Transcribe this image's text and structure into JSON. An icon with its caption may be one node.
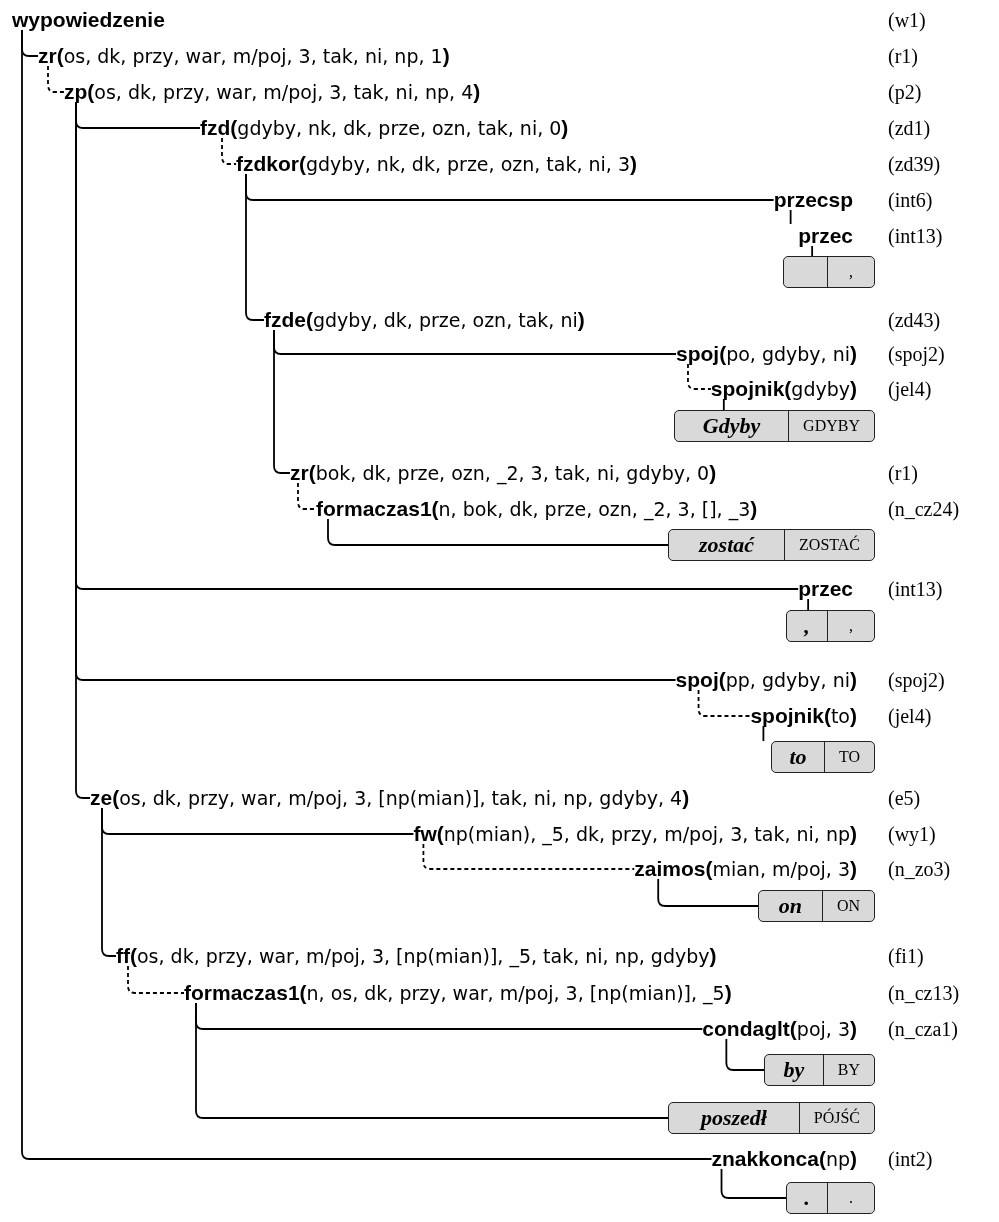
{
  "diagram": {
    "nodes": [
      {
        "text": [
          "**wypowiedzenie**"
        ]
      },
      {
        "text": [
          "**zr(**os, dk, przy, war, m/poj, 3, tak, ni, np, 1**)**"
        ]
      },
      {
        "text": [
          "**zp(**os, dk, przy, war, m/poj, 3, tak, ni, np, 4**)**"
        ]
      },
      {
        "text": [
          "**fzd(**gdyby, nk, dk, prze, ozn, tak, ni, 0**)**"
        ]
      },
      {
        "text": [
          "**fzdkor(**gdyby, nk, dk, prze, ozn, tak, ni, 3**)**"
        ]
      },
      {
        "text": [
          "**przecsp**"
        ]
      },
      {
        "text": [
          "**przec**"
        ]
      },
      {
        "text": [
          ","
        ]
      },
      {
        "text": [
          "**fzde(**gdyby, dk, prze, ozn, tak, ni**)**"
        ]
      },
      {
        "text": [
          "**spoj(**po, gdyby, ni**)**"
        ]
      },
      {
        "text": [
          "**spojnik(**gdyby**)**"
        ]
      },
      {
        "text": [
          "Gdyby",
          "GDYBY"
        ]
      },
      {
        "text": [
          "**zr(**bok, dk, prze, ozn, _2, 3, tak, ni, gdyby, 0**)**"
        ]
      },
      {
        "text": [
          "**formaczas1(**n, bok, dk, prze, ozn, _2, 3, [], _3**)**"
        ]
      },
      {
        "text": [
          "zostać",
          "ZOSTAĆ"
        ]
      },
      {
        "text": [
          "**przec**"
        ]
      },
      {
        "text": [
          ",",
          ","
        ]
      },
      {
        "text": [
          "**spoj(**pp, gdyby, ni**)**"
        ]
      },
      {
        "text": [
          "**spojnik(**to**)**"
        ]
      },
      {
        "text": [
          "to",
          "TO"
        ]
      },
      {
        "text": [
          "**ze(**os, dk, przy, war, m/poj, 3, [np(mian)], tak, ni, np, gdyby, 4**)**"
        ]
      },
      {
        "text": [
          "**fw(**np(mian), _5, dk, przy, m/poj, 3, tak, ni, np**)**"
        ]
      },
      {
        "text": [
          "**zaimos(**mian, m/poj, 3**)**"
        ]
      },
      {
        "text": [
          "on",
          "ON"
        ]
      },
      {
        "text": [
          "**ff(**os, dk, przy, war, m/poj, 3, [np(mian)], _5, tak, ni, np, gdyby**)**"
        ]
      },
      {
        "text": [
          "**formaczas1(**n, os, dk, przy, war, m/poj, 3, [np(mian)], _5**)**"
        ]
      },
      {
        "text": [
          "**condaglt(**poj, 3**)**"
        ]
      },
      {
        "text": [
          "by",
          "BY"
        ]
      },
      {
        "text": [
          "poszedł",
          "PÓJŚĆ"
        ]
      },
      {
        "text": [
          "**znakkonca(**np**)**"
        ]
      },
      {
        "text": [
          ".",
          "."
        ]
      }
    ],
    "edges": [
      {
        "from": 0,
        "to": 1,
        "arrow": "none"
      },
      {
        "from": 1,
        "to": 2,
        "arrow": "none",
        "style": "dashed"
      },
      {
        "from": 2,
        "to": 3,
        "arrow": "none"
      },
      {
        "from": 3,
        "to": 4,
        "arrow": "none",
        "style": "dashed"
      },
      {
        "from": 4,
        "to": 5,
        "arrow": "none"
      },
      {
        "from": 5,
        "to": 6,
        "arrow": "none"
      },
      {
        "from": 6,
        "to": 7,
        "arrow": "none"
      },
      {
        "from": 4,
        "to": 8,
        "arrow": "none"
      },
      {
        "from": 8,
        "to": 9,
        "arrow": "none"
      },
      {
        "from": 9,
        "to": 10,
        "arrow": "none",
        "style": "dashed"
      },
      {
        "from": 10,
        "to": 11,
        "arrow": "none"
      },
      {
        "from": 8,
        "to": 12,
        "arrow": "none"
      },
      {
        "from": 12,
        "to": 13,
        "arrow": "none",
        "style": "dashed"
      },
      {
        "from": 13,
        "to": 14,
        "arrow": "none"
      },
      {
        "from": 2,
        "to": 15,
        "arrow": "none"
      },
      {
        "from": 15,
        "to": 16,
        "arrow": "none"
      },
      {
        "from": 2,
        "to": 17,
        "arrow": "none"
      },
      {
        "from": 17,
        "to": 18,
        "arrow": "none",
        "style": "dashed"
      },
      {
        "from": 18,
        "to": 19,
        "arrow": "none"
      },
      {
        "from": 2,
        "to": 20,
        "arrow": "none"
      },
      {
        "from": 20,
        "to": 21,
        "arrow": "none"
      },
      {
        "from": 21,
        "to": 22,
        "arrow": "none",
        "style": "dashed"
      },
      {
        "from": 22,
        "to": 23,
        "arrow": "none"
      },
      {
        "from": 20,
        "to": 24,
        "arrow": "none"
      },
      {
        "from": 24,
        "to": 25,
        "arrow": "none",
        "style": "dashed"
      },
      {
        "from": 25,
        "to": 26,
        "arrow": "none"
      },
      {
        "from": 26,
        "to": 27,
        "arrow": "none"
      },
      {
        "from": 25,
        "to": 28,
        "arrow": "none"
      },
      {
        "from": 0,
        "to": 29,
        "arrow": "none"
      },
      {
        "from": 29,
        "to": 30,
        "arrow": "none"
      }
    ],
    "labels": [
      "(w1)",
      "(r1)",
      "(p2)",
      "(zd1)",
      "(zd39)",
      "(int6)",
      "(int13)",
      "(zd43)",
      "(spoj2)",
      "(jel4)",
      "(r1)",
      "(n_cz24)",
      "(int13)",
      "(spoj2)",
      "(jel4)",
      "(e5)",
      "(wy1)",
      "(n_zo3)",
      "(fi1)",
      "(n_cz13)",
      "(n_cza1)",
      "(int2)"
    ]
  }
}
